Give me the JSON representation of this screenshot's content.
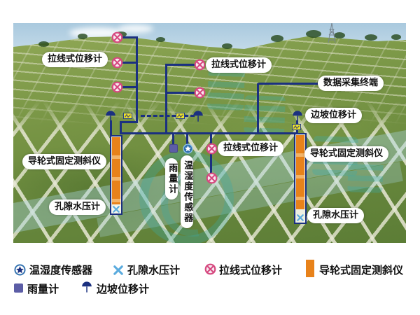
{
  "colors": {
    "line_navy": "#1b3080",
    "pullwire_pink": "#d6487f",
    "orange": "#e8821a",
    "rain_purple": "#5c5da6",
    "pore_blue": "#5aabde",
    "sensor_blue": "#2e6fae",
    "marker_yellow": "#ece32a"
  },
  "callouts": {
    "pull_wire_top_left": "拉线式位移计",
    "pull_wire_top_right": "拉线式位移计",
    "data_terminal": "数据采集终端",
    "slope_displacement": "边坡位移计",
    "pull_wire_mid": "拉线式位移计",
    "inclinometer_right": "导轮式固定测斜仪",
    "inclinometer_left": "导轮式固定测斜仪",
    "pore_pressure_left": "孔隙水压计",
    "pore_pressure_right": "孔隙水压计",
    "rain_gauge": "雨量计",
    "temp_humidity": "温湿度传感器"
  },
  "legend": {
    "temp_humidity": "温湿度传感器",
    "pore_pressure": "孔隙水压计",
    "pull_wire": "拉线式位移计",
    "inclinometer": "导轮式固定测斜仪",
    "rain_gauge": "雨量计",
    "slope_displacement": "边坡位移计"
  }
}
